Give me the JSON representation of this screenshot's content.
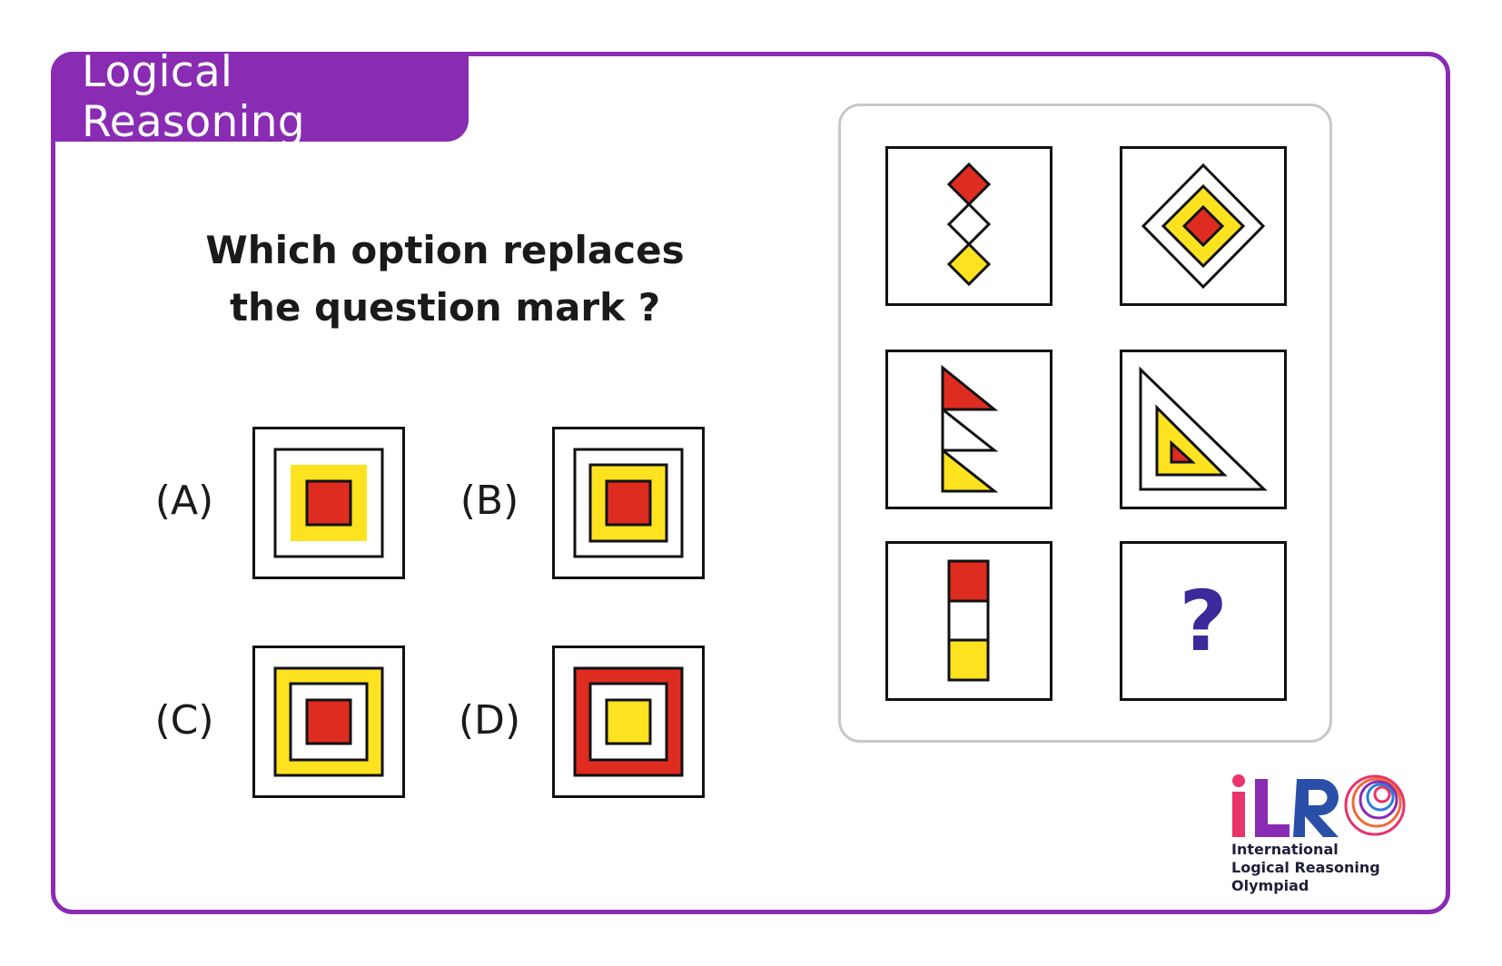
{
  "header": {
    "tab_title": "Logical Reasoning"
  },
  "question": {
    "line1": "Which option replaces",
    "line2": "the question mark ?"
  },
  "options": [
    {
      "label": "(A)"
    },
    {
      "label": "(B)"
    },
    {
      "label": "(C)"
    },
    {
      "label": "(D)"
    }
  ],
  "grid": {
    "unknown_symbol": "?"
  },
  "logo": {
    "wordmark": "iLRO",
    "line1": "International",
    "line2": "Logical Reasoning",
    "line3": "Olympiad"
  },
  "colors": {
    "brand_purple": "#8a2bb3",
    "red": "#df2c20",
    "yellow": "#fde21f",
    "question_mark": "#3a2a9a"
  }
}
